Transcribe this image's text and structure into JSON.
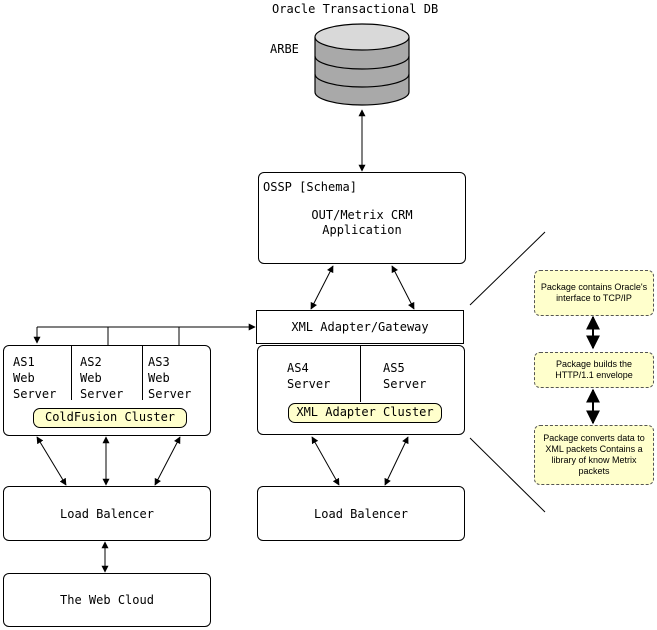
{
  "database": {
    "title": "Oracle Transactional DB",
    "label": "ARBE"
  },
  "ossp": {
    "schema_label": "OSSP [Schema]",
    "app_line1": "OUT/Metrix CRM",
    "app_line2": "Application"
  },
  "gateway": {
    "label": "XML Adapter/Gateway"
  },
  "cf_cluster": {
    "servers": [
      {
        "line1": "AS1",
        "line2": "Web",
        "line3": "Server"
      },
      {
        "line1": "AS2",
        "line2": "Web",
        "line3": "Server"
      },
      {
        "line1": "AS3",
        "line2": "Web",
        "line3": "Server"
      }
    ],
    "cluster_label": "ColdFusion Cluster"
  },
  "xml_cluster": {
    "servers": [
      {
        "line1": "AS4",
        "line2": "Server"
      },
      {
        "line1": "AS5",
        "line2": "Server"
      }
    ],
    "cluster_label": "XML Adapter Cluster"
  },
  "load_balancer_left": {
    "label": "Load Balencer"
  },
  "load_balancer_right": {
    "label": "Load Balencer"
  },
  "web_cloud": {
    "label": "The Web Cloud"
  },
  "notes": [
    {
      "text": "Package contains Oracle's interface to TCP/IP"
    },
    {
      "text": "Package builds the HTTP/1.1 envelope"
    },
    {
      "text": "Package converts data to XML packets Contains a library of know Metrix packets"
    }
  ],
  "colors": {
    "cluster_fill": "#ffffcc",
    "database_fill": "#cccccc",
    "line": "#000000"
  }
}
